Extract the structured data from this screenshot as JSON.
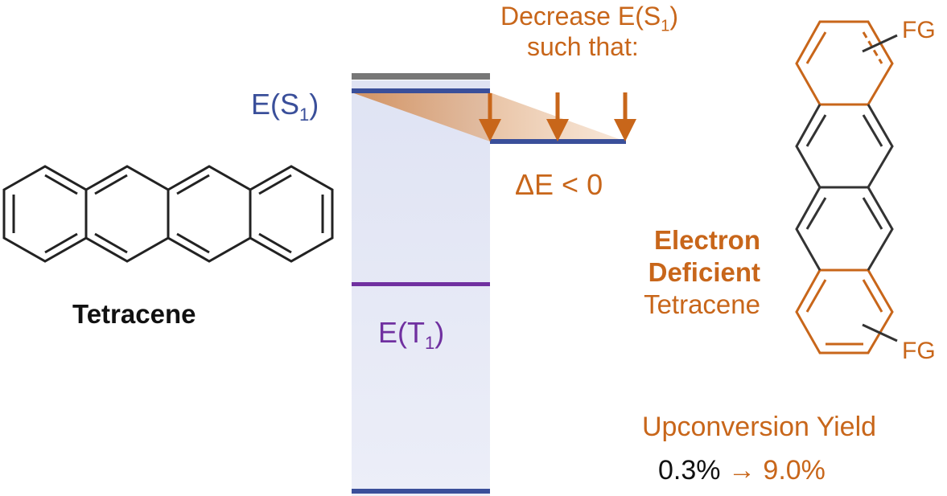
{
  "labels": {
    "es1": "E(S",
    "es1_sub": "1",
    "es1_close": ")",
    "et1": "E(T",
    "et1_sub": "1",
    "et1_close": ")",
    "decrease_line1": "Decrease E(S",
    "decrease_sub": "1",
    "decrease_close": ")",
    "decrease_line2": "such that:",
    "delta_e": "ΔE < 0",
    "tetracene": "Tetracene",
    "electron": "Electron",
    "deficient": "Deficient",
    "tetracene2": "Tetracene",
    "fg_top": "FG",
    "fg_bottom": "FG",
    "yield_title": "Upconversion Yield",
    "yield_from": "0.3%",
    "yield_arrow": "→",
    "yield_to": "9.0%"
  },
  "colors": {
    "orange": "#c8661a",
    "blue": "#3a4f9a",
    "purple": "#7030a0",
    "gray": "#777777"
  }
}
